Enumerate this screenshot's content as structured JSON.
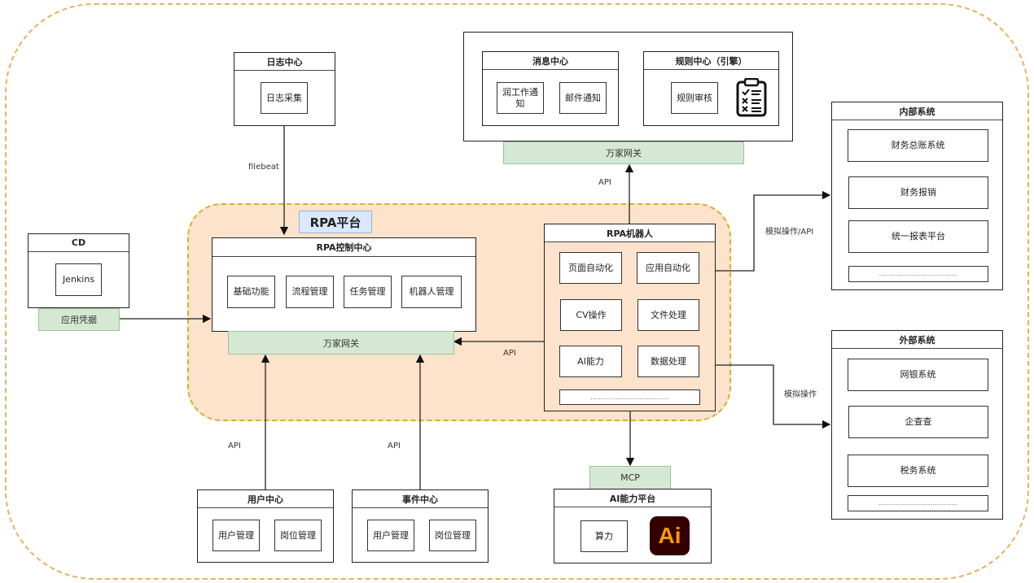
{
  "log_center": {
    "title": "日志中心",
    "items": [
      "日志采集"
    ]
  },
  "filebeat_label": "filebeat",
  "top_group": {
    "message_center": {
      "title": "消息中心",
      "items": [
        "润工作通知",
        "邮件通知"
      ]
    },
    "rule_center": {
      "title": "规则中心（引擎）",
      "items": [
        "规则审核"
      ],
      "icon": "clipboard-checklist-icon"
    },
    "gateway": "万家网关"
  },
  "api_up_label": "API",
  "rpa_platform": {
    "title": "RPA平台",
    "control_center": {
      "title": "RPA控制中心",
      "items": [
        "基础功能",
        "流程管理",
        "任务管理",
        "机器人管理"
      ]
    },
    "gateway": "万家网关",
    "robot": {
      "title": "RPA机器人",
      "items": [
        "页面自动化",
        "应用自动化",
        "CV操作",
        "文件处理",
        "AI能力",
        "数据处理"
      ],
      "more": "......................................"
    },
    "robot_to_gateway_label": "API"
  },
  "cd": {
    "title": "CD",
    "items": [
      "Jenkins"
    ],
    "credential": "应用凭据"
  },
  "internal_systems": {
    "title": "内部系统",
    "items": [
      "财务总账系统",
      "财务报销",
      "统一报表平台"
    ],
    "more": "......................................",
    "link_label": "模拟操作/API"
  },
  "external_systems": {
    "title": "外部系统",
    "items": [
      "网银系统",
      "企查查",
      "税务系统"
    ],
    "more": "......................................",
    "link_label": "模拟操作"
  },
  "user_center": {
    "title": "用户中心",
    "items": [
      "用户管理",
      "岗位管理"
    ],
    "link_label": "API"
  },
  "event_center": {
    "title": "事件中心",
    "items": [
      "用户管理",
      "岗位管理"
    ],
    "link_label": "API"
  },
  "ai_platform": {
    "title": "AI能力平台",
    "mcp": "MCP",
    "items": [
      "算力"
    ],
    "logo_text": "Ai"
  },
  "colors": {
    "outer_dash": "#e8b060",
    "platform_fill": "#fde3cc",
    "platform_dash": "#d6b030",
    "gateway_green": "#d5e8d4",
    "title_blue": "#dae8fc",
    "ai_logo_bg": "#330000",
    "ai_logo_fg": "#ff9a00"
  }
}
